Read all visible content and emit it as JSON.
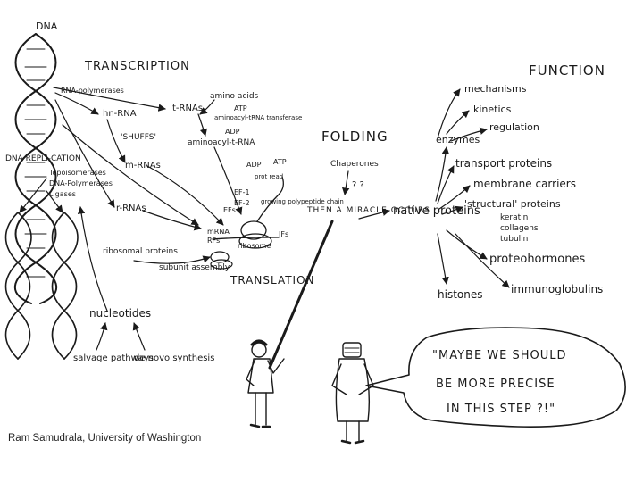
{
  "labels": {
    "dna_top": "DNA",
    "transcription": "TRANSCRIPTION",
    "function": "FUNCTION",
    "rna_polymerases": "RNA-polymerases",
    "trnas_top": "t-RNAs",
    "amino_acids": "amino acids",
    "atp_top": "ATP",
    "aminoacyl_trna_transferase": "aminoacyl-tRNA transferase",
    "adp": "ADP",
    "aminoacyl_trna": "aminoacyl-t-RNA",
    "hn_rna": "hn-RNA",
    "splicing": "'SHUFFS'",
    "m_rnas": "m-RNAs",
    "dna_replication": "DNA REPLI-CATION",
    "topoisomerases": "Topoisomerases",
    "dna_polymerases": "DNA-Polymerases",
    "ligases": "Ligases",
    "r_rnas": "r-RNAs",
    "folding": "FOLDING",
    "chaperones": "Chaperones",
    "question_marks": "? ?",
    "adp2": "ADP",
    "atp2": "ATP",
    "prot_read": "prot read",
    "ef1": "EF-1",
    "ef2": "EF-2",
    "efs": "EFs",
    "growing_chain": "growing polypeptide chain",
    "mrna": "mRNA",
    "rfs": "RFs",
    "ifs": "IFs",
    "ribosome": "ribosome",
    "then_miracle": "THEN A MIRACLE OCCURS",
    "ribosomal_proteins": "ribosomal proteins",
    "subunit_assembly": "subunit assembly",
    "translation": "TRANSLATION",
    "nucleotides": "nucleotides",
    "salvage_pathways": "salvage pathways",
    "de_novo_synthesis": "de novo synthesis",
    "native_proteins": "native proteins",
    "mechanisms": "mechanisms",
    "kinetics": "kinetics",
    "regulation": "regulation",
    "enzymes": "enzymes",
    "transport_proteins": "transport proteins",
    "membrane_carriers": "membrane carriers",
    "structural_proteins": "'structural' proteins",
    "keratin": "keratin",
    "collagens": "collagens",
    "tubulin": "tubulin",
    "proteohormones": "proteohormones",
    "immunoglobulins": "immunoglobulins",
    "histones": "histones",
    "speech_line1": "\"MAYBE WE SHOULD",
    "speech_line2": "BE MORE PRECISE",
    "speech_line3": "IN THIS STEP ?!\""
  },
  "credit": "Ram Samudrala, University of Washington"
}
